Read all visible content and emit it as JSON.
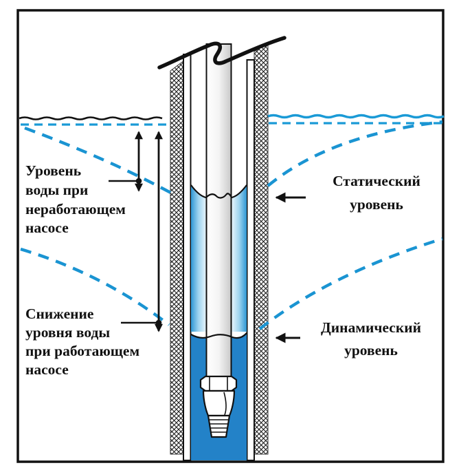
{
  "labels": {
    "idle_level_note": {
      "lines": [
        "Уровень",
        "воды при",
        "неработающем",
        "насосе"
      ]
    },
    "drawdown_note": {
      "lines": [
        "Снижение",
        "уровня воды",
        "при работающем",
        "насосе"
      ]
    },
    "static_level": {
      "lines": [
        "Статический",
        "уровень"
      ]
    },
    "dynamic_level": {
      "lines": [
        "Динамический",
        "уровень"
      ]
    }
  },
  "colors": {
    "water_line_blue": "#1a9ad6",
    "curve_blue": "#1a94d2",
    "well_water_blue": "#2382c8",
    "ink_black": "#111111"
  }
}
